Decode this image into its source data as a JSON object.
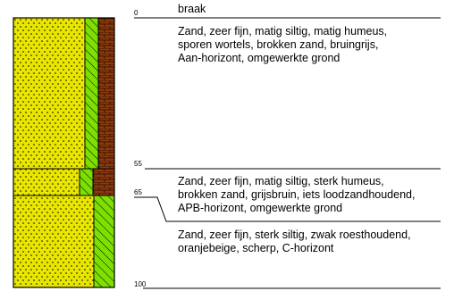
{
  "surface_label": "braak",
  "layers": [
    {
      "top_depth": "0",
      "bottom_depth": "55",
      "lines": [
        "Zand, zeer fijn, matig siltig, matig humeus,",
        "sporen wortels, brokken zand, bruingrijs,",
        "Aan-horizont, omgewerkte grond"
      ]
    },
    {
      "top_depth": "55",
      "bottom_depth": "65",
      "lines": [
        "Zand, zeer fijn, matig siltig, sterk humeus,",
        "brokken zand, grijsbruin, iets loodzandhoudend,",
        "APB-horizont, omgewerkte grond"
      ]
    },
    {
      "top_depth": "65",
      "bottom_depth": "100",
      "lines": [
        "Zand, zeer fijn, sterk siltig, zwak roesthoudend,",
        "oranjebeige, scherp, C-horizont"
      ]
    }
  ],
  "colors": {
    "sand": "#e8e600",
    "humus_green": "#7ee000",
    "brown": "#8b3a0e",
    "line": "#000000"
  }
}
